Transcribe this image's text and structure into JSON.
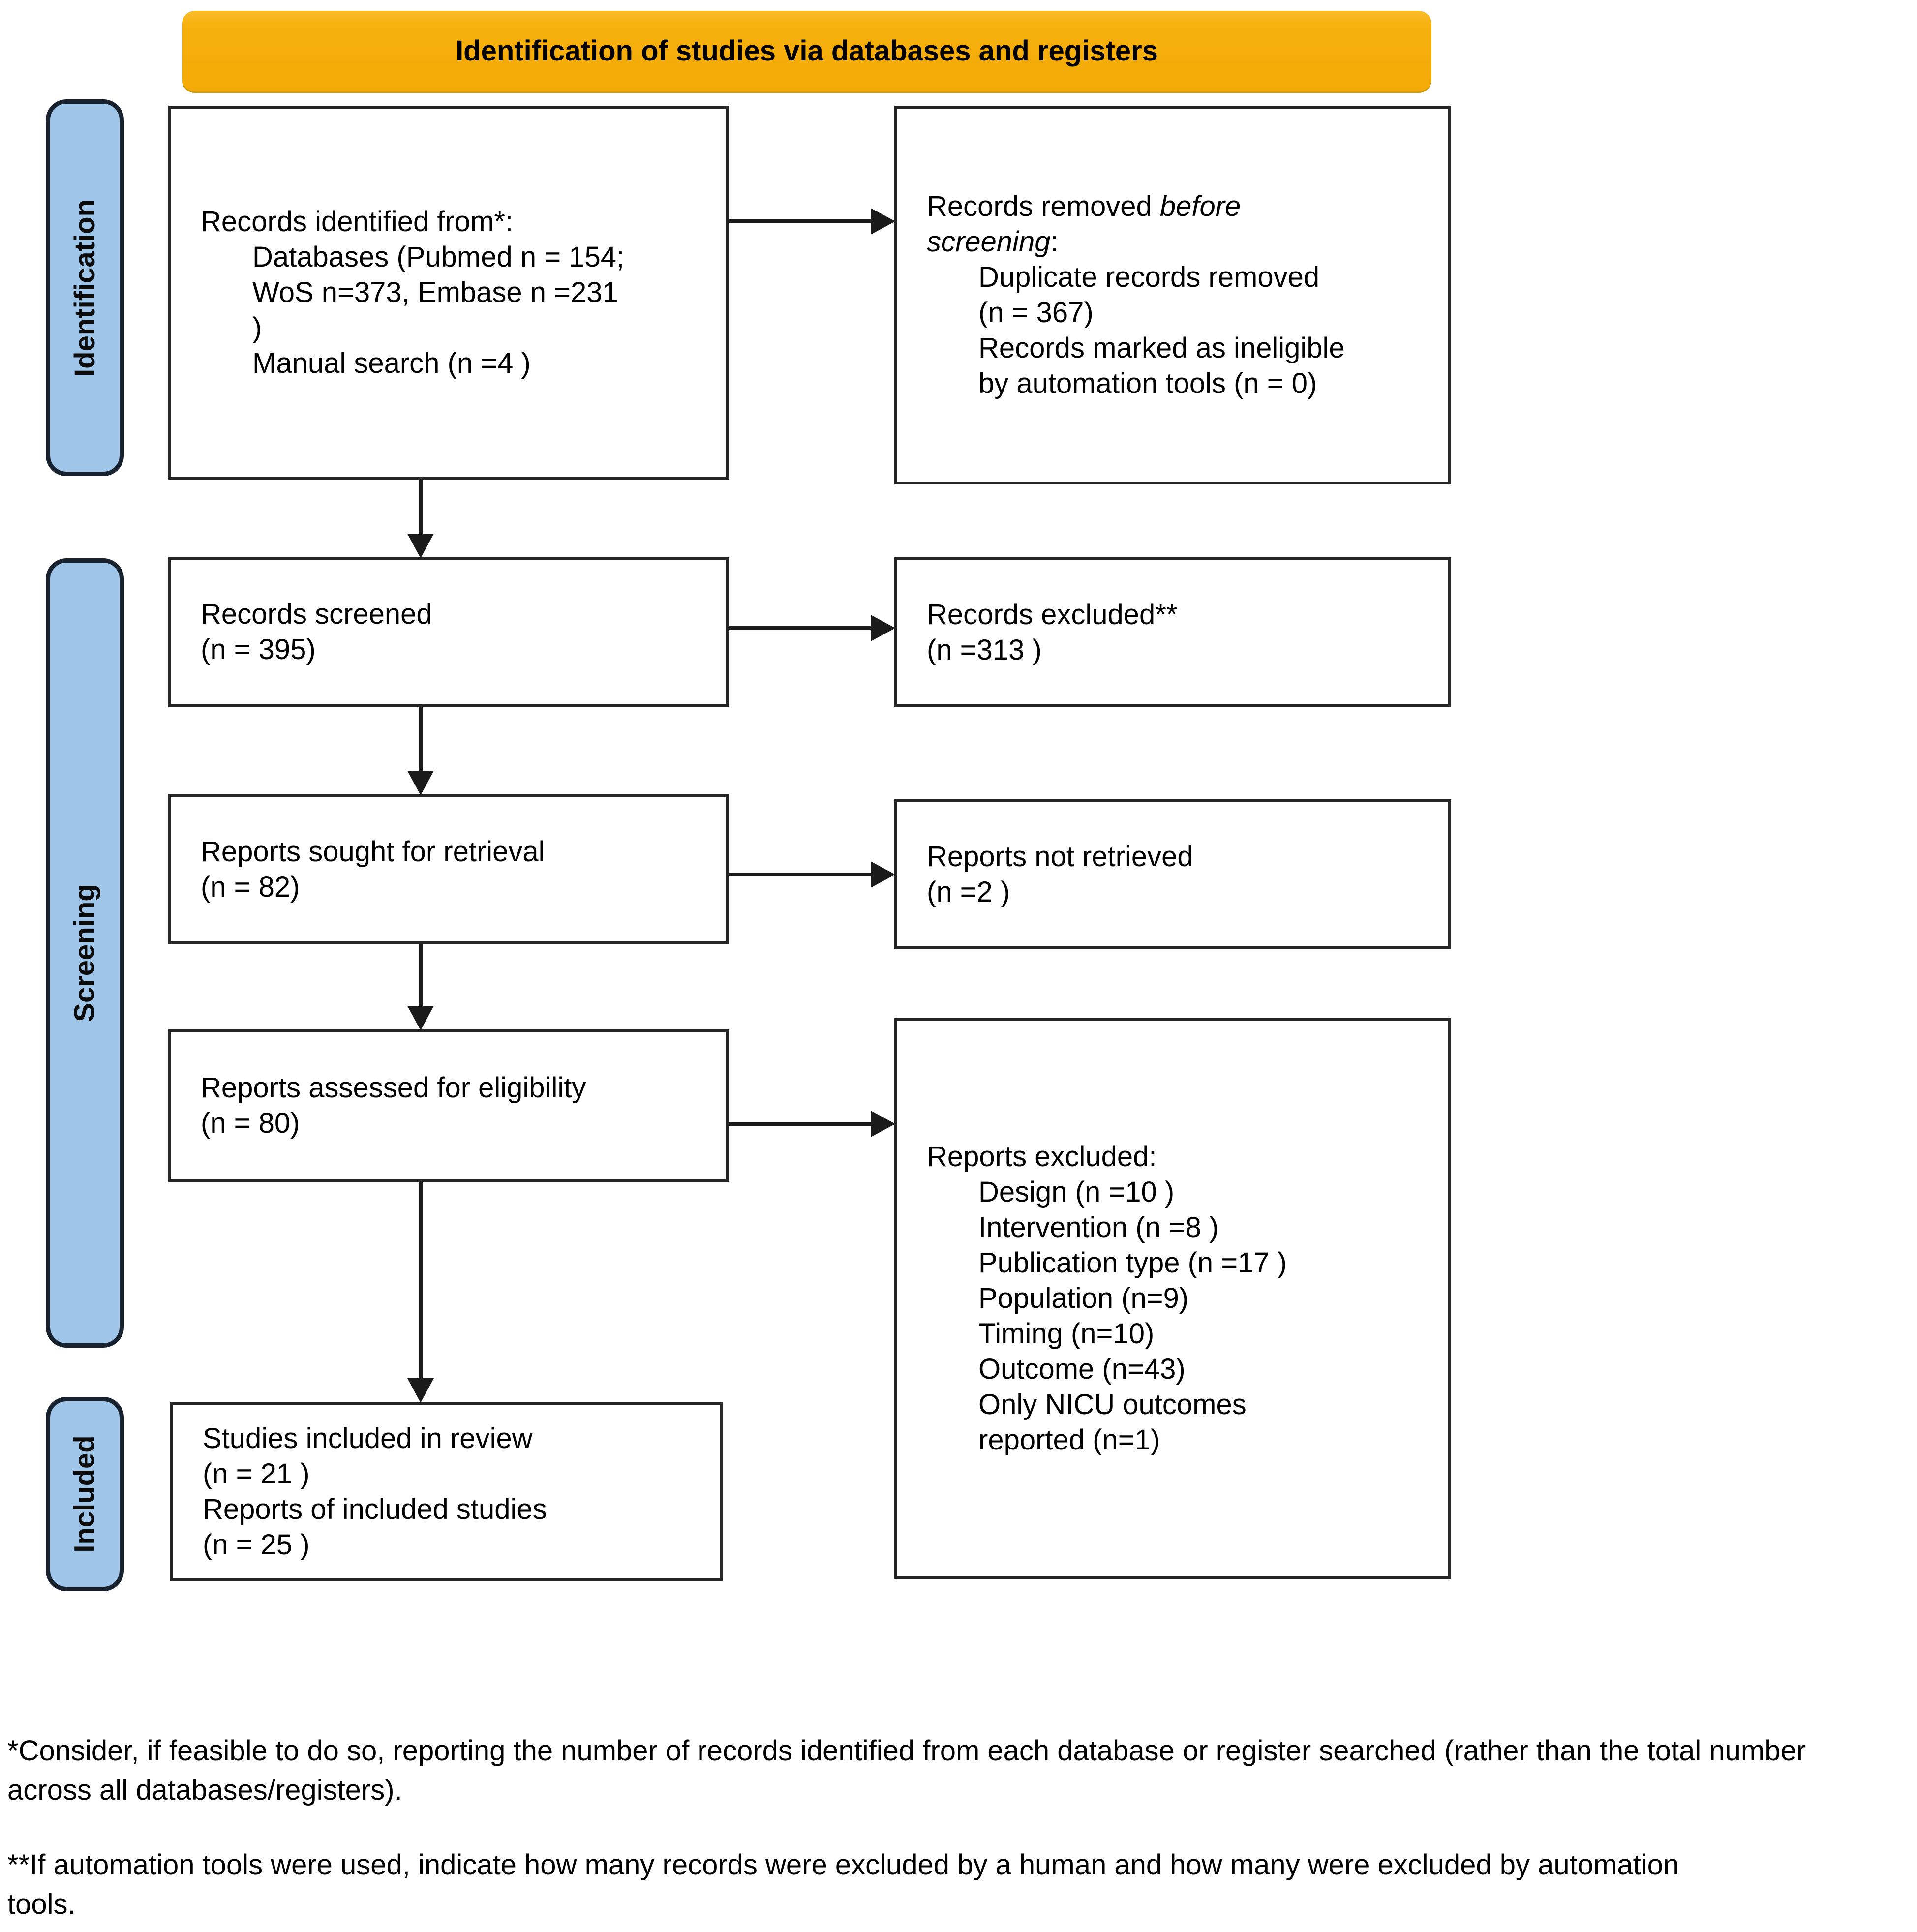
{
  "banner": {
    "title": "Identification of studies via databases and registers"
  },
  "colors": {
    "banner_bg": "#F6B10E",
    "stage_bg": "#9FC5E8",
    "box_border": "#262626"
  },
  "stages": {
    "identification": "Identification",
    "screening": "Screening",
    "included": "Included"
  },
  "boxes": {
    "records_identified": {
      "line1": "Records identified from*:",
      "line2": "Databases (Pubmed n = 154;",
      "line3": "WoS n=373, Embase n =231",
      "line4": ")",
      "line5": "Manual search (n =4 )"
    },
    "records_removed": {
      "line1_normal": "Records removed ",
      "line1_italic": "before",
      "line2_italic": "screening",
      "line2_normal": ":",
      "line3": "Duplicate records removed",
      "line4": "(n = 367)",
      "line5": "Records marked as ineligible",
      "line6": "by automation tools (n = 0)"
    },
    "records_screened": {
      "line1": "Records screened",
      "line2": "(n = 395)"
    },
    "records_excluded": {
      "line1": "Records excluded**",
      "line2": "(n =313 )"
    },
    "reports_sought": {
      "line1": "Reports sought for retrieval",
      "line2": "(n = 82)"
    },
    "reports_not_retrieved": {
      "line1": "Reports not retrieved",
      "line2": "(n =2 )"
    },
    "reports_assessed": {
      "line1": "Reports assessed for eligibility",
      "line2": "(n = 80)"
    },
    "reports_excluded": {
      "line1": "Reports excluded:",
      "line2": "Design (n =10 )",
      "line3": "Intervention (n =8 )",
      "line4": "Publication type (n =17 )",
      "line5": "Population (n=9)",
      "line6": "Timing (n=10)",
      "line7": "Outcome (n=43)",
      "line8": "Only NICU outcomes",
      "line9": "reported (n=1)"
    },
    "studies_included": {
      "line1": "Studies included in review",
      "line2": "(n = 21 )",
      "line3": "Reports of included studies",
      "line4": "(n = 25 )"
    }
  },
  "footnotes": {
    "first": "*Consider, if feasible to do so, reporting the number of records identified from each database or register searched (rather than the total number across all databases/registers).",
    "second": "**If automation tools were used, indicate how many records were excluded by a human and how many were excluded by automation tools."
  }
}
